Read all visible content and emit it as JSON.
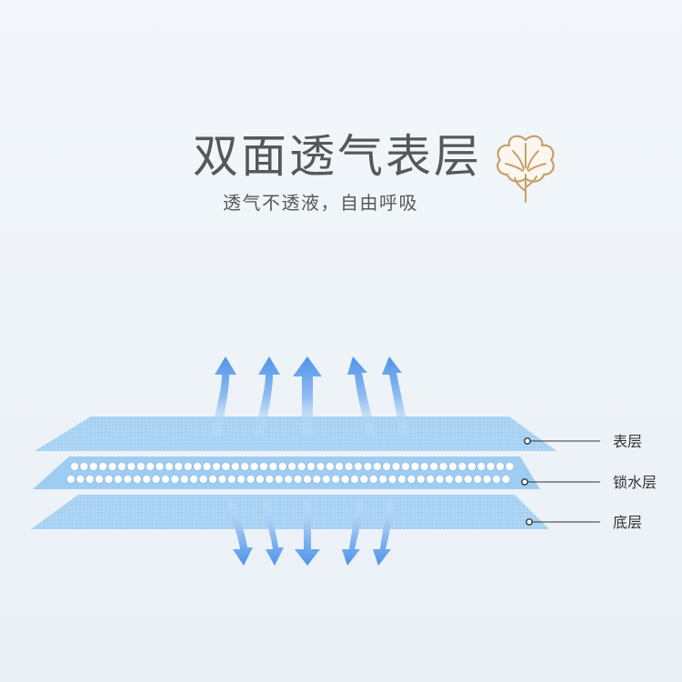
{
  "header": {
    "title": "双面透气表层",
    "subtitle": "透气不透液，自由呼吸",
    "cotton_icon": "cotton-flower-icon"
  },
  "layers": [
    {
      "label": "表层"
    },
    {
      "label": "锁水层"
    },
    {
      "label": "底层"
    }
  ],
  "colors": {
    "text": "#555759",
    "layer_blue": "#9fcdf2",
    "arrow_blue": "#4f93e8",
    "cotton_gold": "#c8a06a"
  }
}
